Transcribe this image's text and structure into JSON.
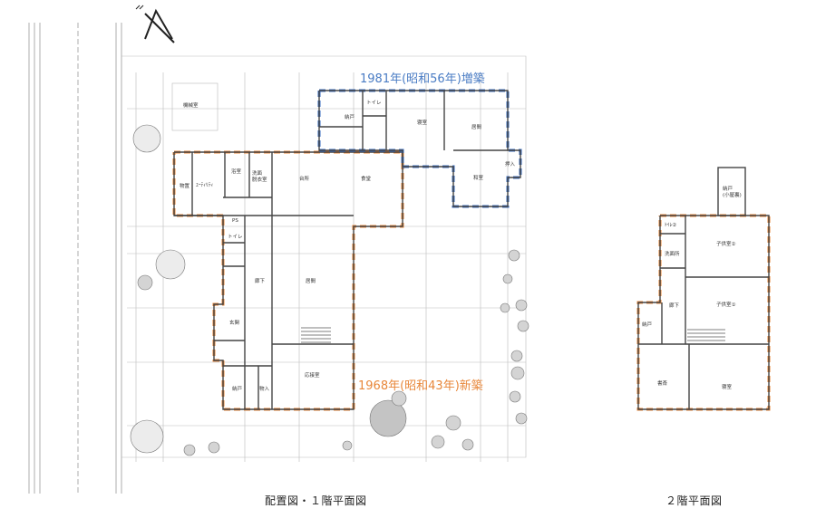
{
  "annotations": {
    "addition": {
      "text": "1981年(昭和56年)増築",
      "color": "#4a7cc4"
    },
    "original": {
      "text": "1968年(昭和43年)新築",
      "color": "#e8873a"
    }
  },
  "captions": {
    "site_first_floor": "配置図・１階平面図",
    "second_floor": "２階平面図"
  },
  "rooms_first_floor": {
    "machine": "機械室",
    "storage_n": "納戸",
    "toilet_n": "トイレ",
    "bedroom": "寝室",
    "living_n": "居間",
    "oshiire": "押入",
    "washitsu": "和室",
    "monooki": "物置",
    "utility": "ﾕｰﾃｨﾘﾃｨ",
    "bath": "浴室",
    "wash_dressing": "洗面\n脱衣室",
    "kitchen": "台所",
    "dining": "食堂",
    "ps": "PS",
    "toilet_s": "トイレ",
    "hallway": "廊下",
    "living_s": "居間",
    "entrance": "玄関",
    "storage_s": "納戸",
    "closet": "物入",
    "reception": "応接室"
  },
  "rooms_second_floor": {
    "toilet": "ﾄｲﾚ②",
    "washroom": "洗面所",
    "child2": "子供室②",
    "child1": "子供室①",
    "hallway": "廊下",
    "storage": "納戸",
    "attic_storage": "納戸\n(小屋裏)",
    "study": "書斎",
    "bedroom": "寝室"
  },
  "colors": {
    "addition_line": "#3a6cc0",
    "original_line": "#e8873a",
    "wall": "#444444",
    "tree": "#bdbdbd"
  },
  "icons": {
    "north_arrow": "north-arrow-icon"
  }
}
